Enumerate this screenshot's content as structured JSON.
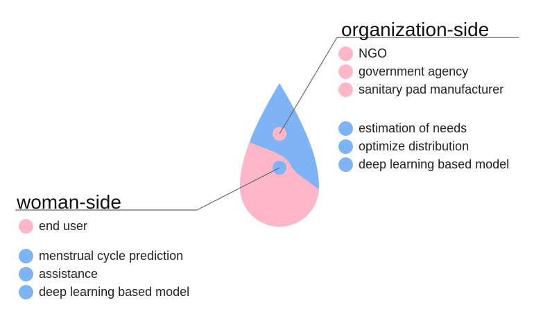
{
  "colors": {
    "pink": "#ffb6c8",
    "blue": "#7eb3f6",
    "line": "#666666"
  },
  "organization": {
    "title": "organization-side",
    "stakeholders": [
      {
        "label": "NGO",
        "color": "pink"
      },
      {
        "label": "government agency",
        "color": "pink"
      },
      {
        "label": "sanitary pad manufacturer",
        "color": "pink"
      }
    ],
    "functions": [
      {
        "label": "estimation of needs",
        "color": "blue"
      },
      {
        "label": "optimize distribution",
        "color": "blue"
      },
      {
        "label": "deep learning based model",
        "color": "blue"
      }
    ]
  },
  "woman": {
    "title": "woman-side",
    "stakeholders": [
      {
        "label": "end user",
        "color": "pink"
      }
    ],
    "functions": [
      {
        "label": "menstrual cycle prediction",
        "color": "blue"
      },
      {
        "label": "assistance",
        "color": "blue"
      },
      {
        "label": "deep learning based model",
        "color": "blue"
      }
    ]
  }
}
